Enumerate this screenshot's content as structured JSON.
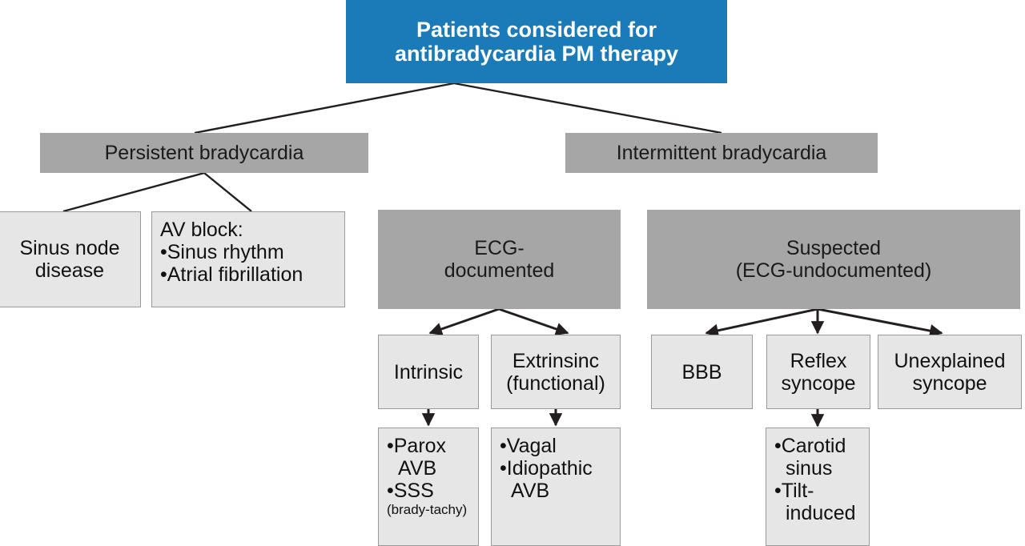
{
  "diagram": {
    "title_box": {
      "lines": [
        "Patients considered for",
        "antibradycardia PM therapy"
      ],
      "color": "#1b7ab8",
      "text_color": "#ffffff"
    },
    "level2": {
      "persistent": {
        "label": "Persistent bradycardia",
        "color": "#a6a6a6"
      },
      "intermittent": {
        "label": "Intermittent bradycardia",
        "color": "#a6a6a6"
      }
    },
    "persistent_children": {
      "sinus_node": {
        "lines": [
          "Sinus node",
          "disease"
        ],
        "color": "#e6e6e6"
      },
      "av_block": {
        "lines": [
          "AV block:",
          "•Sinus rhythm",
          "•Atrial fibrillation"
        ],
        "color": "#e6e6e6"
      }
    },
    "intermittent_children": {
      "ecg_documented": {
        "lines": [
          "ECG-",
          "documented"
        ],
        "color": "#a6a6a6"
      },
      "suspected": {
        "lines": [
          "Suspected",
          "(ECG-undocumented)"
        ],
        "color": "#a6a6a6"
      }
    },
    "ecg_children": {
      "intrinsic": {
        "lines": [
          "Intrinsic"
        ],
        "color": "#e6e6e6"
      },
      "extrinsic": {
        "lines": [
          "Extrinsinc",
          "(functional)"
        ],
        "color": "#e6e6e6"
      }
    },
    "intrinsic_detail": {
      "lines": [
        "•Parox",
        "AVB",
        "•SSS"
      ],
      "note": "(brady-tachy)",
      "color": "#e6e6e6"
    },
    "extrinsic_detail": {
      "lines": [
        "•Vagal",
        "•Idiopathic",
        "AVB"
      ],
      "color": "#e6e6e6"
    },
    "suspected_children": {
      "bbb": {
        "lines": [
          "BBB"
        ],
        "color": "#e6e6e6"
      },
      "reflex_syncope": {
        "lines": [
          "Reflex",
          "syncope"
        ],
        "color": "#e6e6e6"
      },
      "unexplained_syncope": {
        "lines": [
          "Unexplained",
          "syncope"
        ],
        "color": "#e6e6e6"
      }
    },
    "reflex_detail": {
      "lines": [
        "•Carotid",
        "sinus",
        "•Tilt-",
        "induced"
      ],
      "color": "#e6e6e6"
    },
    "edge_color": "#231f20"
  }
}
